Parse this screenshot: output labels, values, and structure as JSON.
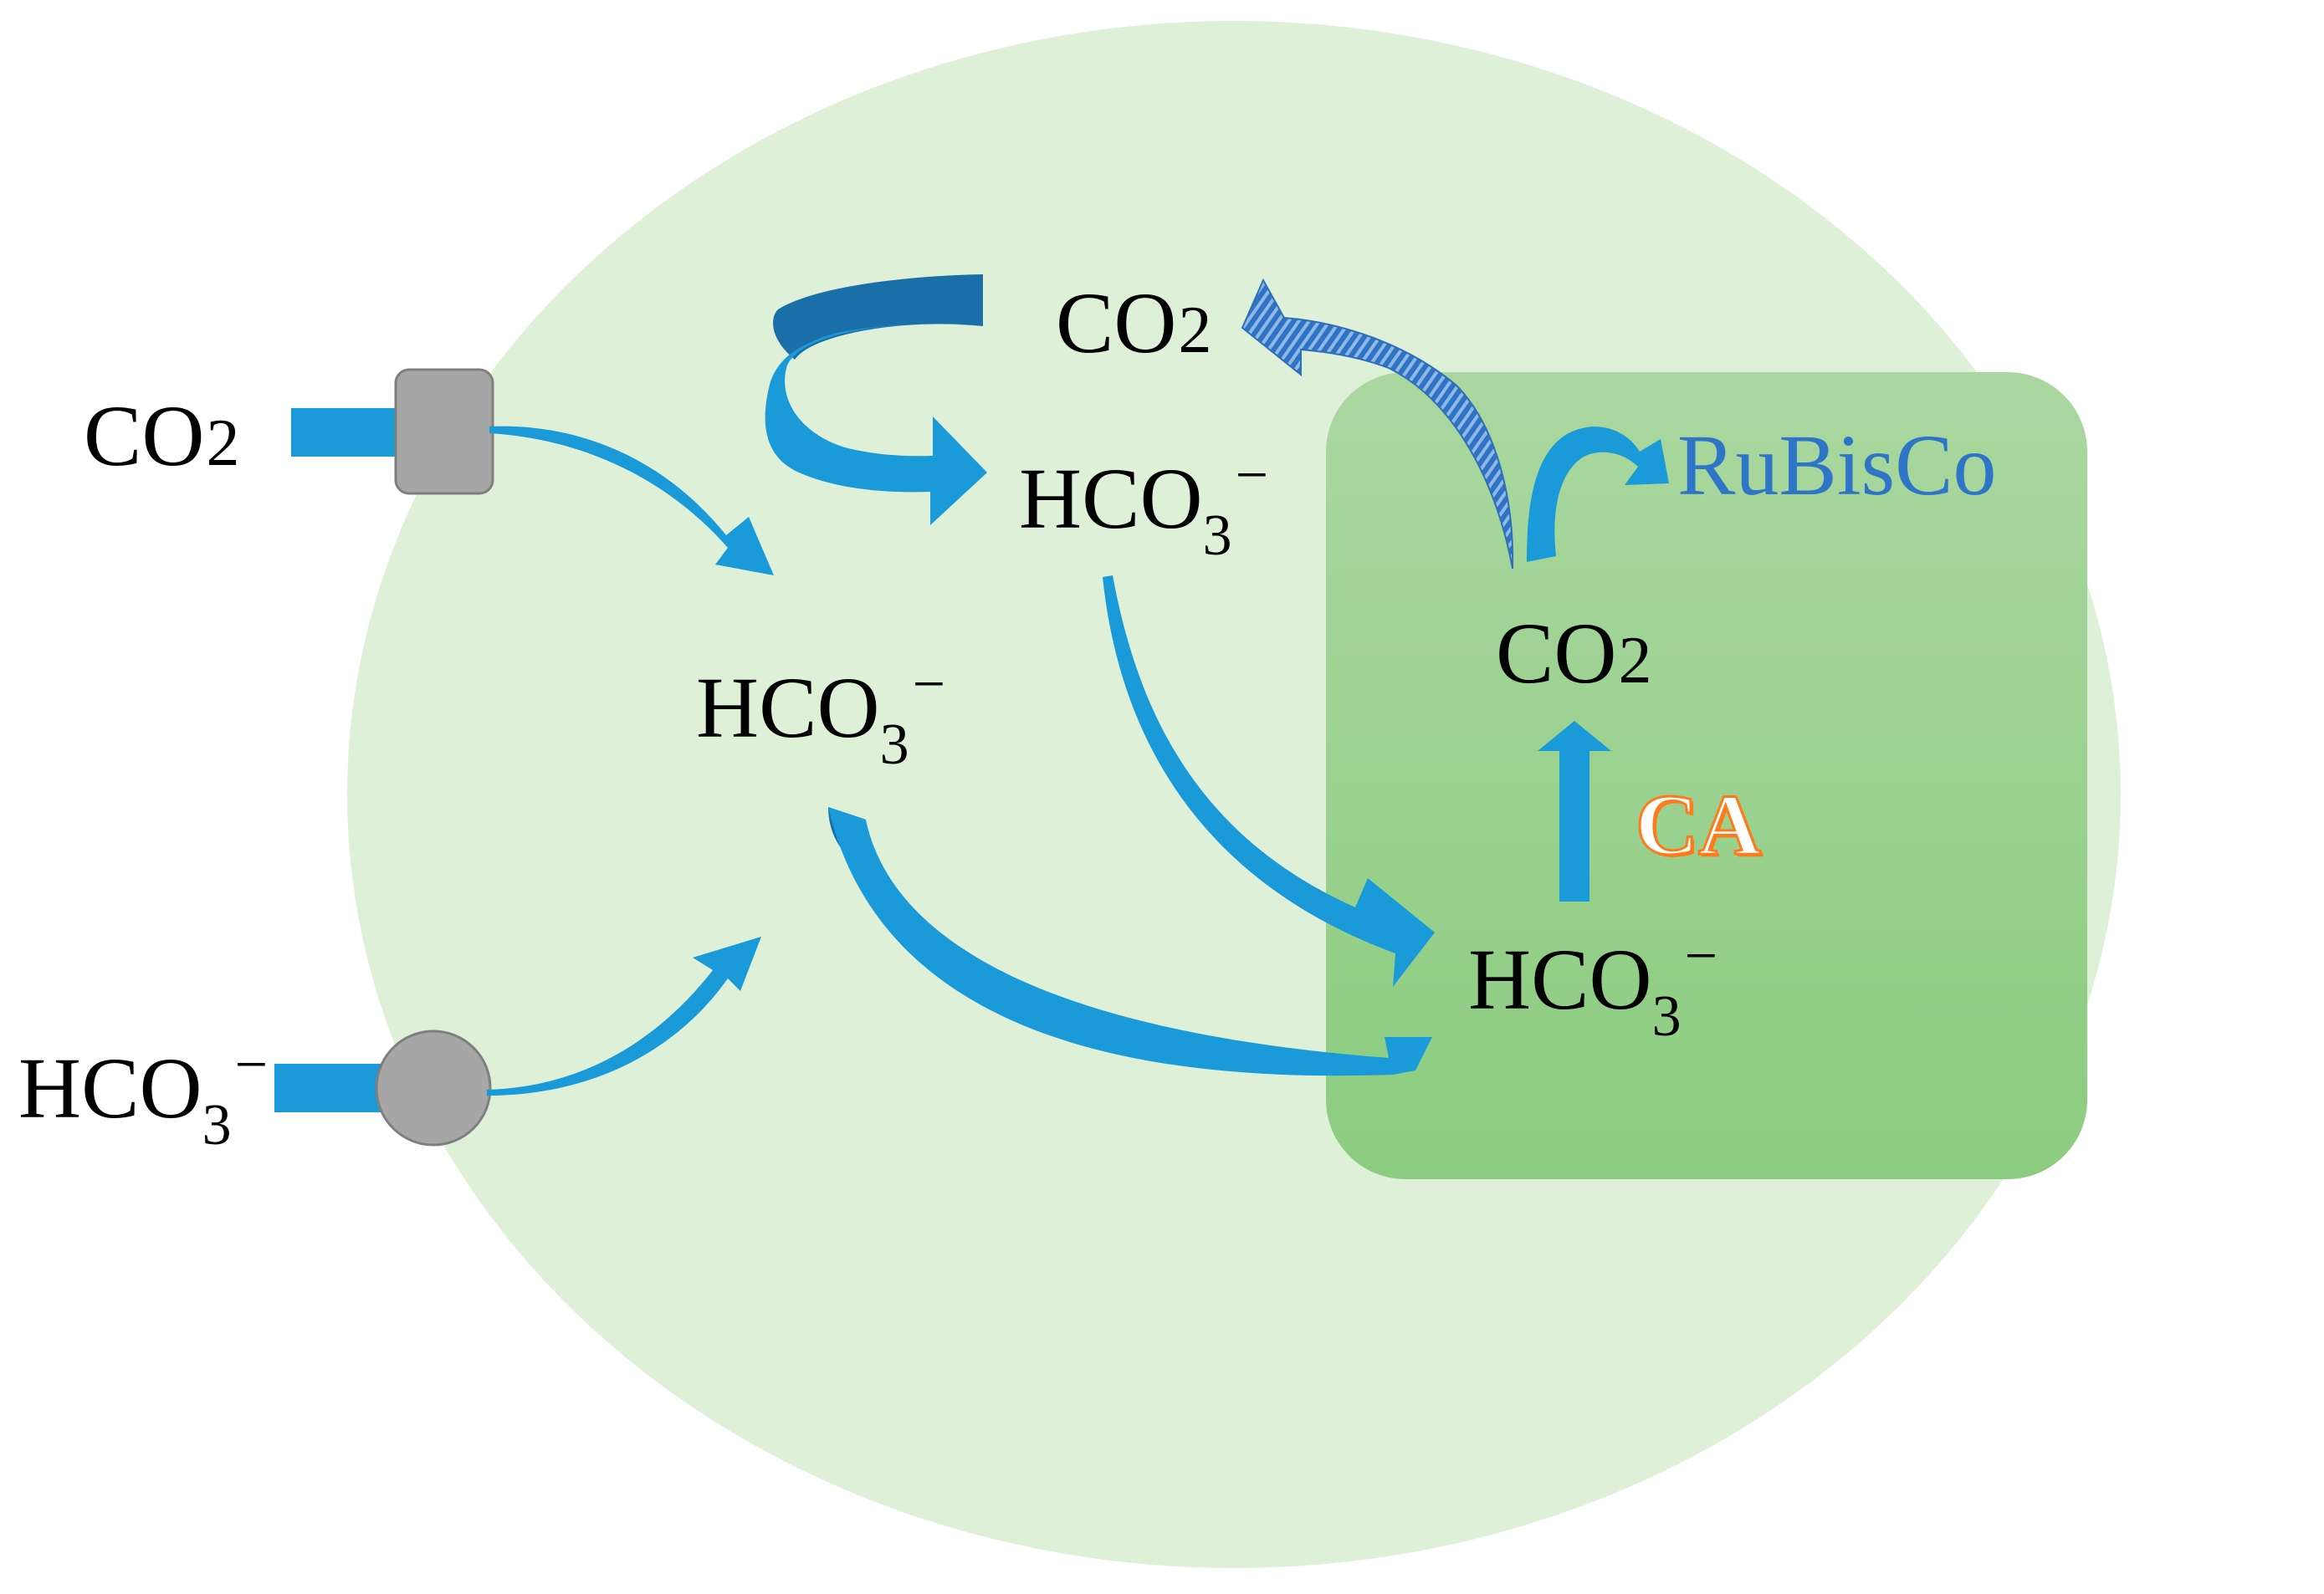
{
  "colors": {
    "cell_fill": "#dff0d8",
    "carboxysome_top": "#aad7a0",
    "carboxysome_bottom": "#8ccc80",
    "arrow_blue": "#1a9ad8",
    "arrow_dark": "#1a6fa8",
    "transporter_gray": "#a6a6a6",
    "rubisco_text": "#2e75c7",
    "ca_text": "#ff7a1a"
  },
  "labels": {
    "co2_outside": {
      "main": "CO",
      "sub": "2"
    },
    "hco3_outside": {
      "main": "HCO",
      "sub": "3",
      "sup": "−"
    },
    "co2_cytosol": {
      "main": "CO",
      "sub": "2"
    },
    "hco3_cytosol_top": {
      "main": "HCO",
      "sub": "3",
      "sup": "−"
    },
    "hco3_cytosol_mid": {
      "main": "HCO",
      "sub": "3",
      "sup": "−"
    },
    "co2_carboxysome": {
      "main": "CO",
      "sub": "2"
    },
    "hco3_carboxysome": {
      "main": "HCO",
      "sub": "3",
      "sup": "−"
    },
    "rubisco": "RuBisCo",
    "ca": "CA"
  },
  "icons": {
    "co2_transporter": "square-transporter-icon",
    "hco3_transporter": "circle-transporter-icon"
  }
}
